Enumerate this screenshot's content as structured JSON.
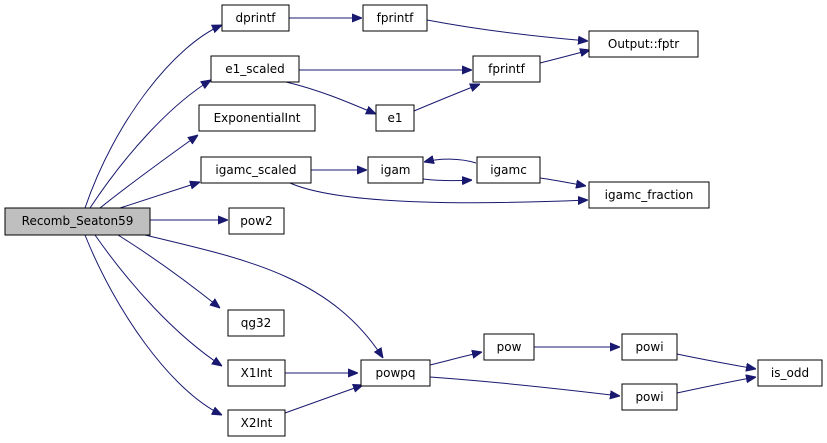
{
  "diagram": {
    "type": "call-graph",
    "edge_color": "#191970",
    "root_fill": "#bfbfbf",
    "node_fill": "#ffffff",
    "nodes": [
      {
        "id": "recomb",
        "label": "Recomb_Seaton59",
        "root": true
      },
      {
        "id": "dprintf",
        "label": "dprintf"
      },
      {
        "id": "fprintf1",
        "label": "fprintf"
      },
      {
        "id": "output",
        "label": "Output::fptr"
      },
      {
        "id": "e1scaled",
        "label": "e1_scaled"
      },
      {
        "id": "fprintf2",
        "label": "fprintf"
      },
      {
        "id": "e1",
        "label": "e1"
      },
      {
        "id": "expint",
        "label": "ExponentialInt"
      },
      {
        "id": "igamcscaled",
        "label": "igamc_scaled"
      },
      {
        "id": "igam",
        "label": "igam"
      },
      {
        "id": "igamc",
        "label": "igamc"
      },
      {
        "id": "igamcfrac",
        "label": "igamc_fraction"
      },
      {
        "id": "pow2",
        "label": "pow2"
      },
      {
        "id": "qg32",
        "label": "qg32"
      },
      {
        "id": "x1int",
        "label": "X1Int"
      },
      {
        "id": "x2int",
        "label": "X2Int"
      },
      {
        "id": "powpq",
        "label": "powpq"
      },
      {
        "id": "pow",
        "label": "pow"
      },
      {
        "id": "powi1",
        "label": "powi"
      },
      {
        "id": "powi2",
        "label": "powi"
      },
      {
        "id": "isodd",
        "label": "is_odd"
      }
    ],
    "edges": [
      [
        "recomb",
        "dprintf"
      ],
      [
        "recomb",
        "e1scaled"
      ],
      [
        "recomb",
        "expint"
      ],
      [
        "recomb",
        "igamcscaled"
      ],
      [
        "recomb",
        "pow2"
      ],
      [
        "recomb",
        "qg32"
      ],
      [
        "recomb",
        "x1int"
      ],
      [
        "recomb",
        "x2int"
      ],
      [
        "recomb",
        "powpq"
      ],
      [
        "dprintf",
        "fprintf1"
      ],
      [
        "fprintf1",
        "output"
      ],
      [
        "e1scaled",
        "fprintf2"
      ],
      [
        "e1scaled",
        "e1"
      ],
      [
        "e1",
        "fprintf2"
      ],
      [
        "fprintf2",
        "output"
      ],
      [
        "igamcscaled",
        "igam"
      ],
      [
        "igamcscaled",
        "igamcfrac"
      ],
      [
        "igam",
        "igamc"
      ],
      [
        "igamc",
        "igam"
      ],
      [
        "igamc",
        "igamcfrac"
      ],
      [
        "x1int",
        "powpq"
      ],
      [
        "x2int",
        "powpq"
      ],
      [
        "powpq",
        "pow"
      ],
      [
        "powpq",
        "powi2"
      ],
      [
        "pow",
        "powi1"
      ],
      [
        "powi1",
        "isodd"
      ],
      [
        "powi2",
        "isodd"
      ]
    ]
  }
}
